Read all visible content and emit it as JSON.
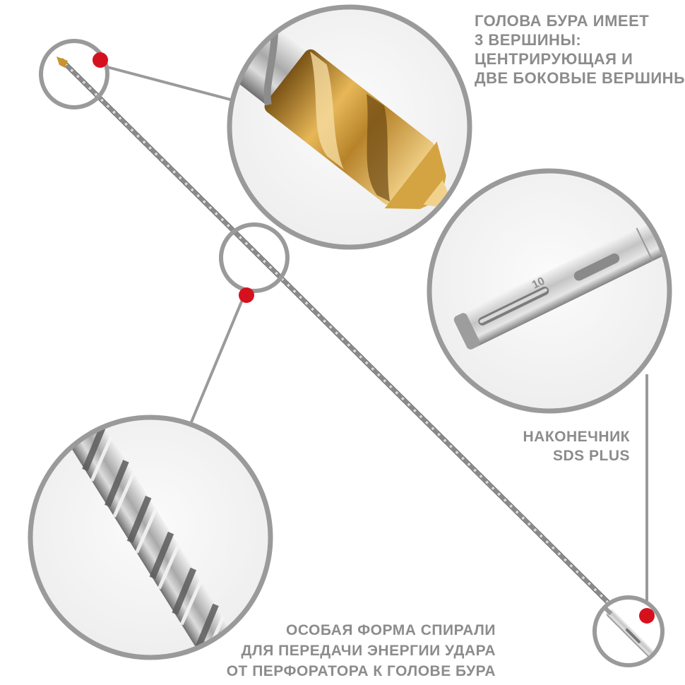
{
  "colors": {
    "background": "#ffffff",
    "ring": "#9a9a9a",
    "marker": "#d6111e",
    "caption": "#8c8c8c",
    "steel": "#b8b8b8",
    "gold": "#c9942e"
  },
  "captions": {
    "head": [
      "ГОЛОВА БУРА ИМЕЕТ",
      "3 ВЕРШИНЫ:",
      "ЦЕНТРИРУЮЩАЯ И",
      "ДВЕ БОКОВЫЕ ВЕРШИНЫ"
    ],
    "shank": [
      "НАКОНЕЧНИК",
      "SDS PLUS"
    ],
    "spiral": [
      "ОСОБАЯ ФОРМА СПИРАЛИ",
      "ДЛЯ ПЕРЕДАЧИ ЭНЕРГИИ УДАРА",
      "ОТ ПЕРФОРАТОРА К ГОЛОВЕ БУРА"
    ]
  },
  "shank_marking": "10"
}
